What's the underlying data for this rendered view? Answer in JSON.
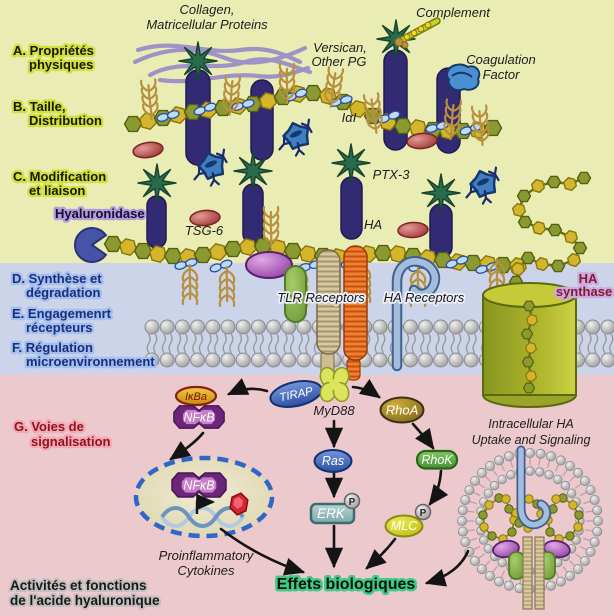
{
  "palette": {
    "background_extracellular": "#e9ecb3",
    "background_pericellular": "#ccd4e9",
    "background_intracellular": "#ecc9cd",
    "membrane_gray": "#b9b9b9",
    "ha_hexagon_olive": "#8a9a30",
    "ha_hexagon_yellow": "#d4b62a",
    "core_protein_navy": "#322a72",
    "ptx3_star_green": "#2a6b4c",
    "gag_brush_tan": "#b8903e",
    "link_module_blue": "#badcf8",
    "tsg6_red": "#9c3030",
    "collagen_purple": "#9c8ec8",
    "hyaluronidase_blue": "#4753a6",
    "synthase_olive": "#aab22c",
    "tlr_tan": "#d8c8a0",
    "tlr_orange": "#f08034",
    "ha_receptor_blue": "#a3bedd",
    "nfkb_purple": "#6b2579",
    "effects_glow_green": "#3fcb83",
    "nucleus_border_blue": "#2f66c8"
  },
  "sections": {
    "a": {
      "line1": "A. Propriétés",
      "line2": "physiques"
    },
    "b": {
      "line1": "B. Taille,",
      "line2": "Distribution"
    },
    "c": {
      "line1": "C. Modification",
      "line2": "et liaison"
    },
    "d": {
      "line1": "D. Synthèse et",
      "line2": "dégradation"
    },
    "e": {
      "line1": "E. Engagemenrt",
      "line2": "récepteurs"
    },
    "f": {
      "line1": "F. Régulation",
      "line2": "microenvironnement"
    },
    "g": {
      "line1": "G. Voies de",
      "line2": "signalisation"
    }
  },
  "extracellular": {
    "collagen_line1": "Collagen,",
    "collagen_line2": "Matricellular Proteins",
    "complement": "Complement",
    "versican_line1": "Versican,",
    "versican_line2": "Other PG",
    "coagulation_line1": "Coagulation",
    "coagulation_line2": "Factor",
    "iai": "IαI",
    "ptx3": "PTX-3",
    "tsg6": "TSG-6",
    "ha": "HA",
    "hyaluronidase": "Hyaluronidase"
  },
  "membrane": {
    "tlr_receptors": "TLR Receptors",
    "ha_receptors": "HA Receptors",
    "ha_synthase_line1": "HA",
    "ha_synthase_line2": "synthase"
  },
  "signaling": {
    "tirap": "TIRAP",
    "myd88": "MyD88",
    "ikba": "IκBa",
    "nfkb": "NFκB",
    "nfkb_nucleus": "NFκB",
    "ras": "Ras",
    "erk": "ERK",
    "rhoa": "RhoA",
    "rhok": "RhoK",
    "mlc": "MLC",
    "phos1": "P",
    "phos2": "P",
    "proinflammatory_line1": "Proinflammatory",
    "proinflammatory_line2": "Cytokines",
    "effects": "Effets biologiques",
    "intracellular_line1": "Intracellular HA",
    "intracellular_line2": "Uptake and Signaling"
  },
  "footer": {
    "line1": "Activités et fonctions",
    "line2": "de l'acide hyaluronique"
  }
}
